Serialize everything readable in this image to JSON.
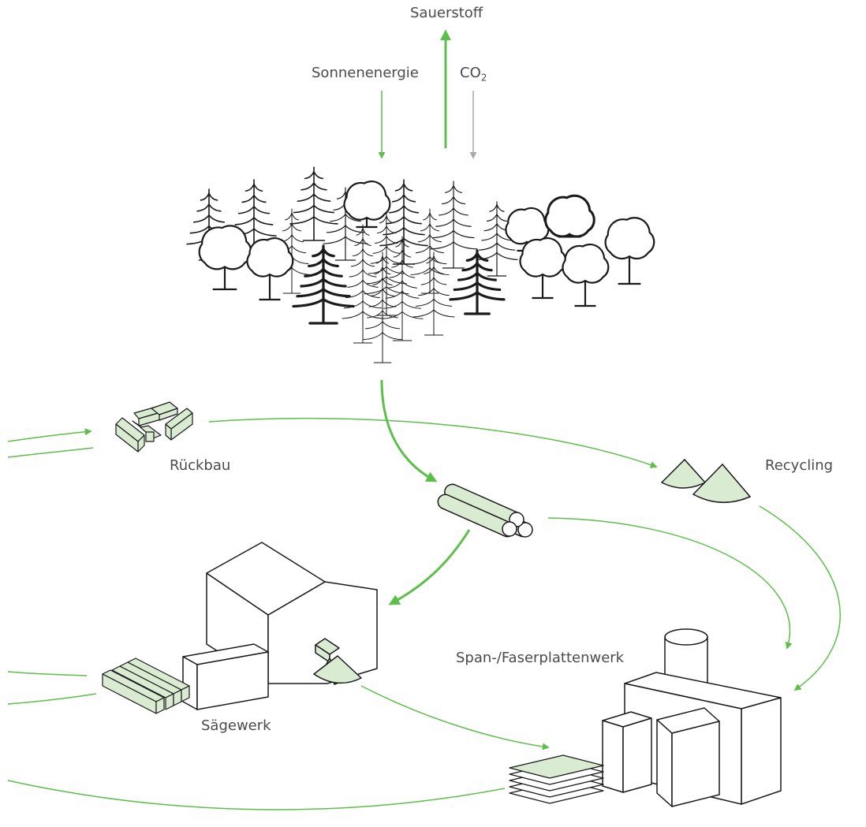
{
  "labels": {
    "oxygen": "Sauerstoff",
    "solar_energy": "Sonnenenergie",
    "co2": "CO",
    "co2_subscript": "2",
    "deconstruction": "Rückbau",
    "recycling": "Recycling",
    "sawmill": "Sägewerk",
    "board_plant": "Span-/Faserplattenwerk"
  },
  "colors": {
    "accent_green": "#5cbf4a",
    "fill_green": "#d9ecd2",
    "co2_gray": "#a8a8a8",
    "outline": "#1a1a1a",
    "text": "#4a4a4a"
  }
}
